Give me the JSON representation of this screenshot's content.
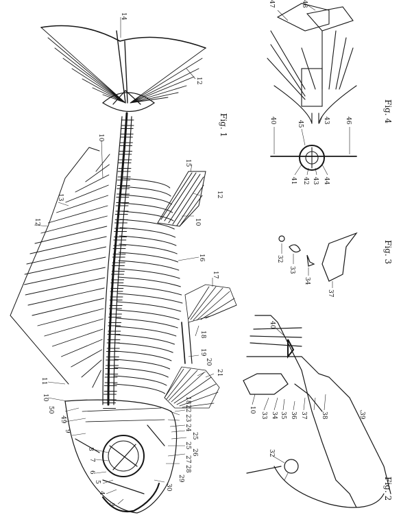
{
  "figure_labels": {
    "fig1": "Fig. 1",
    "fig2": "Fig. 2",
    "fig3": "Fig. 3",
    "fig4": "Fig. 4"
  },
  "part_numbers": {
    "n3": "3",
    "n4": "4",
    "n5": "5",
    "n6": "6",
    "n7": "7",
    "n8": "8",
    "n9": "9",
    "n10": "10",
    "n11": "11",
    "n12": "12",
    "n13": "13",
    "n14": "14",
    "n15": "15",
    "n16": "16",
    "n17": "17",
    "n18": "18",
    "n19": "19",
    "n20": "20",
    "n21": "21",
    "n22": "22",
    "n23": "23",
    "n24": "24",
    "n25": "25",
    "n26": "26",
    "n27": "27",
    "n28": "28",
    "n29": "29",
    "n30": "30",
    "n32": "32",
    "n33": "33",
    "n34": "34",
    "n35": "35",
    "n36": "36",
    "n37": "37",
    "n38": "38",
    "n39": "39",
    "n40": "40",
    "n41": "41",
    "n42": "42",
    "n43": "43",
    "n44": "44",
    "n45": "45",
    "n46": "46",
    "n47": "47",
    "n48": "48",
    "n49": "49",
    "n50": "50"
  }
}
